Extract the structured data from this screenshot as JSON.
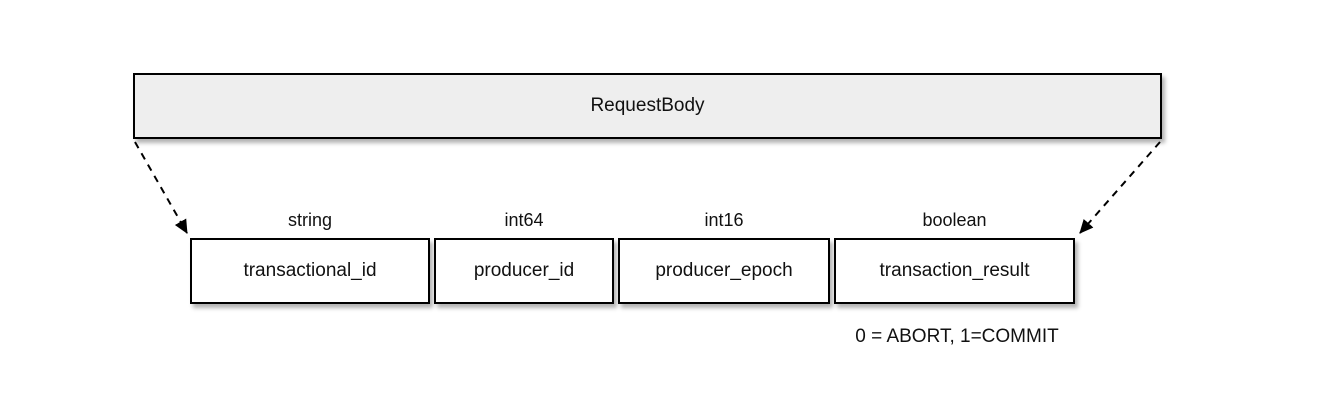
{
  "diagram": {
    "root": {
      "label": "RequestBody"
    },
    "fields": [
      {
        "type": "string",
        "name": "transactional_id"
      },
      {
        "type": "int64",
        "name": "producer_id"
      },
      {
        "type": "int16",
        "name": "producer_epoch"
      },
      {
        "type": "boolean",
        "name": "transaction_result"
      }
    ],
    "note": "0 = ABORT, 1=COMMIT",
    "connectors": [
      {
        "icon": "dashed-arrow-down-right"
      },
      {
        "icon": "dashed-arrow-down-left"
      }
    ],
    "colors": {
      "root_fill": "#eeeeee",
      "field_fill": "#ffffff",
      "border": "#000000",
      "text": "#111111",
      "background": "#ffffff"
    }
  }
}
